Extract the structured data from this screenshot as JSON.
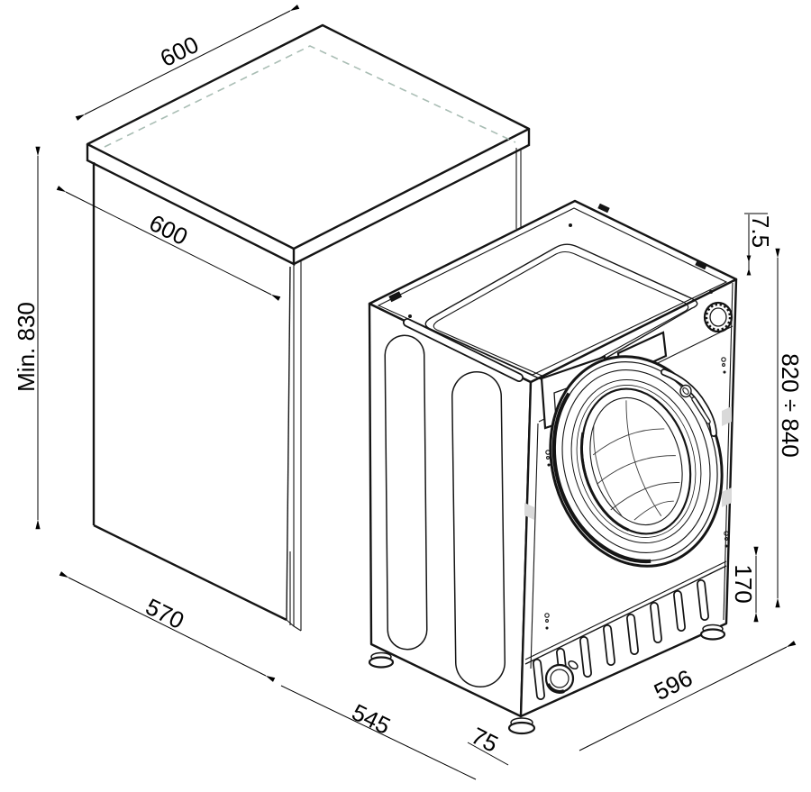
{
  "diagram": {
    "type": "technical installation drawing",
    "subject": "built-in washing machine and cabinet niche with dimensions"
  },
  "colors": {
    "line": "#151515",
    "dimension_text": "#000000",
    "dashed_niche_outline": "#a9bdb4",
    "background": "#ffffff"
  },
  "labels": {
    "cabinet_top_width": "600",
    "niche_depth": "600",
    "niche_min_height": "Min. 830",
    "cabinet_side_depth": "570",
    "machine_depth": "545",
    "door_projection": "75",
    "machine_width": "596",
    "top_clearance": "7.5",
    "machine_height": "820 ÷ 840",
    "plinth_height": "170"
  }
}
